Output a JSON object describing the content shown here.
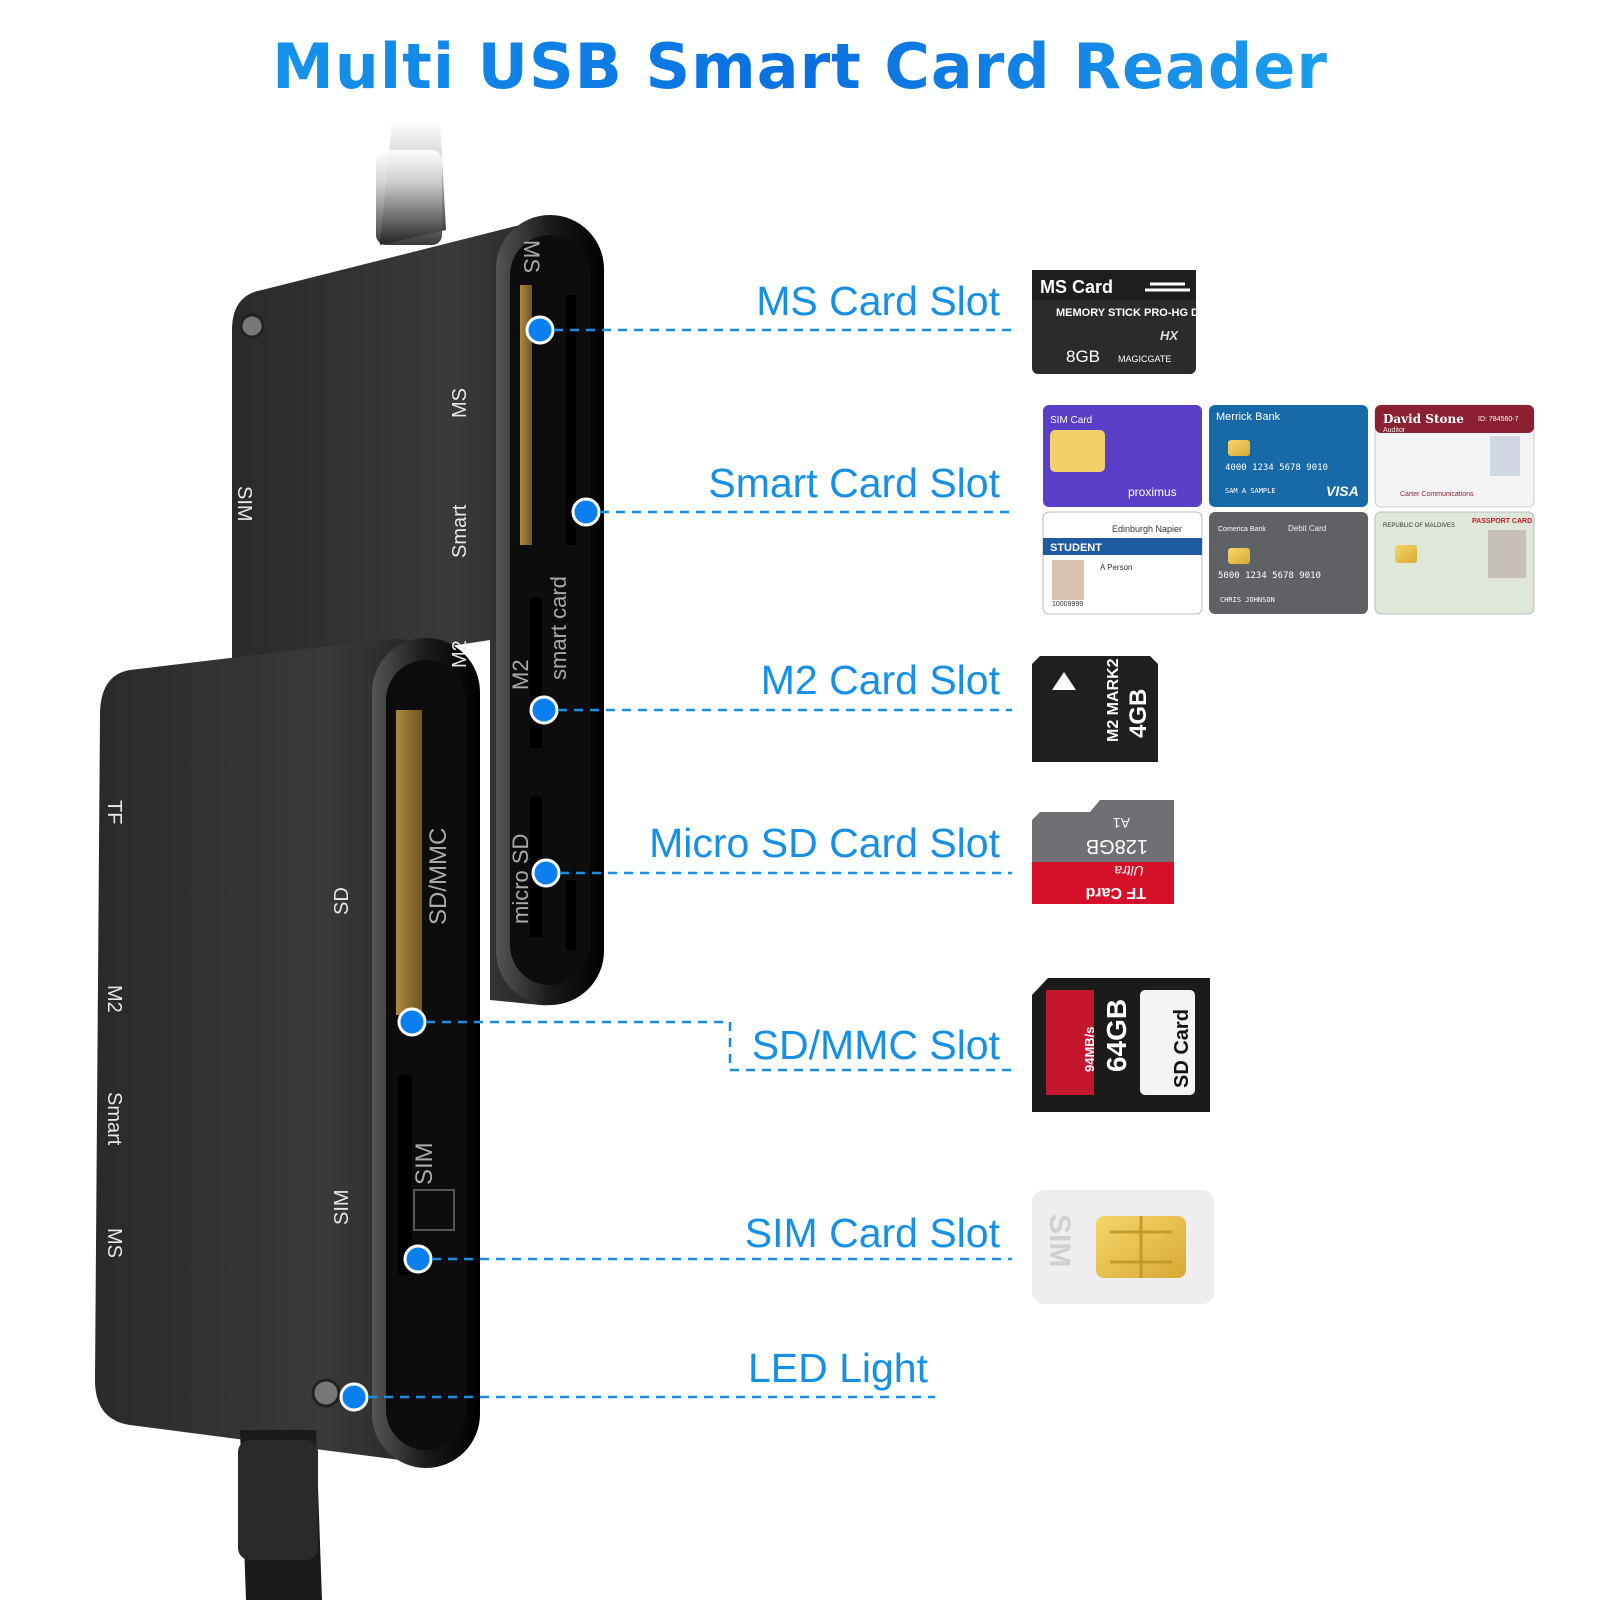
{
  "title": "Multi USB Smart Card Reader",
  "colors": {
    "accent": "#1590e6",
    "dot": "#0a7ff0",
    "device": "#2c2c2e"
  },
  "slots": [
    {
      "label": "MS Card Slot"
    },
    {
      "label": "Smart Card Slot"
    },
    {
      "label": "M2 Card Slot"
    },
    {
      "label": "Micro SD Card Slot"
    },
    {
      "label": "SD/MMC Slot"
    },
    {
      "label": "SIM Card Slot"
    },
    {
      "label": "LED Light"
    }
  ],
  "device_back": {
    "side_labels": [
      "MS",
      "Smart",
      "M2",
      "SIM"
    ],
    "slot_labels": [
      "MS",
      "smart card",
      "M2",
      "micro SD"
    ]
  },
  "device_front": {
    "side_labels": [
      "TF",
      "M2",
      "Smart",
      "MS",
      "SD",
      "SIM"
    ],
    "slot_labels": [
      "SD/MMC",
      "SIM"
    ]
  },
  "cards": {
    "ms": {
      "title": "MS Card",
      "line": "MEMORY STICK PRO-HG Duo",
      "model": "HX",
      "capacity": "8GB",
      "brand": "MAGICGATE"
    },
    "smart": [
      {
        "title": "SIM Card",
        "footer": "proximus"
      },
      {
        "title": "Merrick Bank",
        "number": "4000 1234 5678 9010",
        "holder": "SAM A SAMPLE",
        "brand": "VISA"
      },
      {
        "title": "David Stone",
        "id": "ID: 784560-7",
        "sub": "Auditor",
        "company": "Carter Communications"
      },
      {
        "title": "Edinburgh Napier",
        "badge": "STUDENT",
        "name": "A Person",
        "number": "10009999"
      },
      {
        "title": "Comerica Bank",
        "sub": "Debit Card",
        "number": "5000 1234 5678 9010",
        "holder": "CHRIS JOHNSON"
      },
      {
        "title": "REPUBLIC OF MALDIVES",
        "badge": "PASSPORT CARD"
      }
    ],
    "m2": {
      "line": "M2 MARK2",
      "capacity": "4GB"
    },
    "tf": {
      "capacity": "128GB",
      "model": "A1",
      "brand": "Ultra",
      "title": "TF Card"
    },
    "sd": {
      "speed": "94MB/s",
      "capacity": "64GB",
      "title": "SD Card"
    },
    "sim": {
      "label": "SIM"
    }
  }
}
